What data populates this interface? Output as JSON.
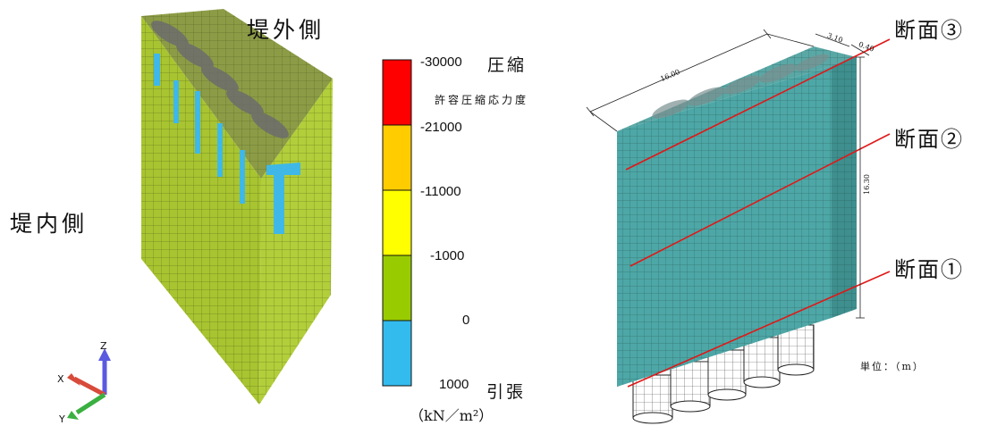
{
  "labels": {
    "outer_side": "堤外側",
    "inner_side": "堤内側",
    "compression": "圧縮",
    "tension": "引張",
    "allowable": "許容圧縮応力度",
    "unit_stress": "（kN／m²）",
    "unit_len": "単位：（m）"
  },
  "legend": {
    "values": [
      "-30000",
      "-21000",
      "-11000",
      "-1000",
      "0",
      "1000"
    ],
    "bands": [
      {
        "color": "#ff0000"
      },
      {
        "color": "#ffcc00"
      },
      {
        "color": "#ffff00"
      },
      {
        "color": "#99cc00"
      },
      {
        "color": "#33bbee"
      }
    ]
  },
  "sections": {
    "s3": "断面③",
    "s2": "断面②",
    "s1": "断面①"
  },
  "dims": {
    "length": "16.00",
    "height": "16.30",
    "width": "3.10",
    "offset": "0.40"
  },
  "axes": {
    "x": "X",
    "y": "Y",
    "z": "Z"
  },
  "colors": {
    "model_left": "#a8c430",
    "model_right": "#4da7a6",
    "stress_blue": "#3fb8e8",
    "section_line": "#e01818"
  }
}
